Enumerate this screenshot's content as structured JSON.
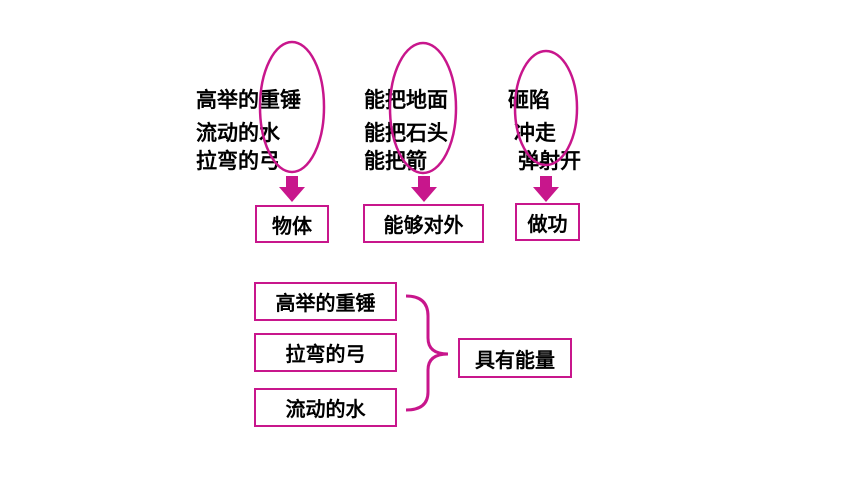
{
  "colors": {
    "accent": "#c8168c",
    "text": "#000000",
    "background": "#ffffff"
  },
  "column1": {
    "lines": [
      "高举的重锤",
      "流动的水",
      "拉弯的弓"
    ],
    "result": "物体"
  },
  "column2": {
    "lines": [
      "能把地面",
      "能把石头",
      "能把箭"
    ],
    "result": "能够对外"
  },
  "column3": {
    "lines": [
      "砸陷",
      "冲走",
      "弹射开"
    ],
    "result": "做功"
  },
  "summary": {
    "items": [
      "高举的重锤",
      "拉弯的弓",
      "流动的水"
    ],
    "conclusion": "具有能量"
  }
}
